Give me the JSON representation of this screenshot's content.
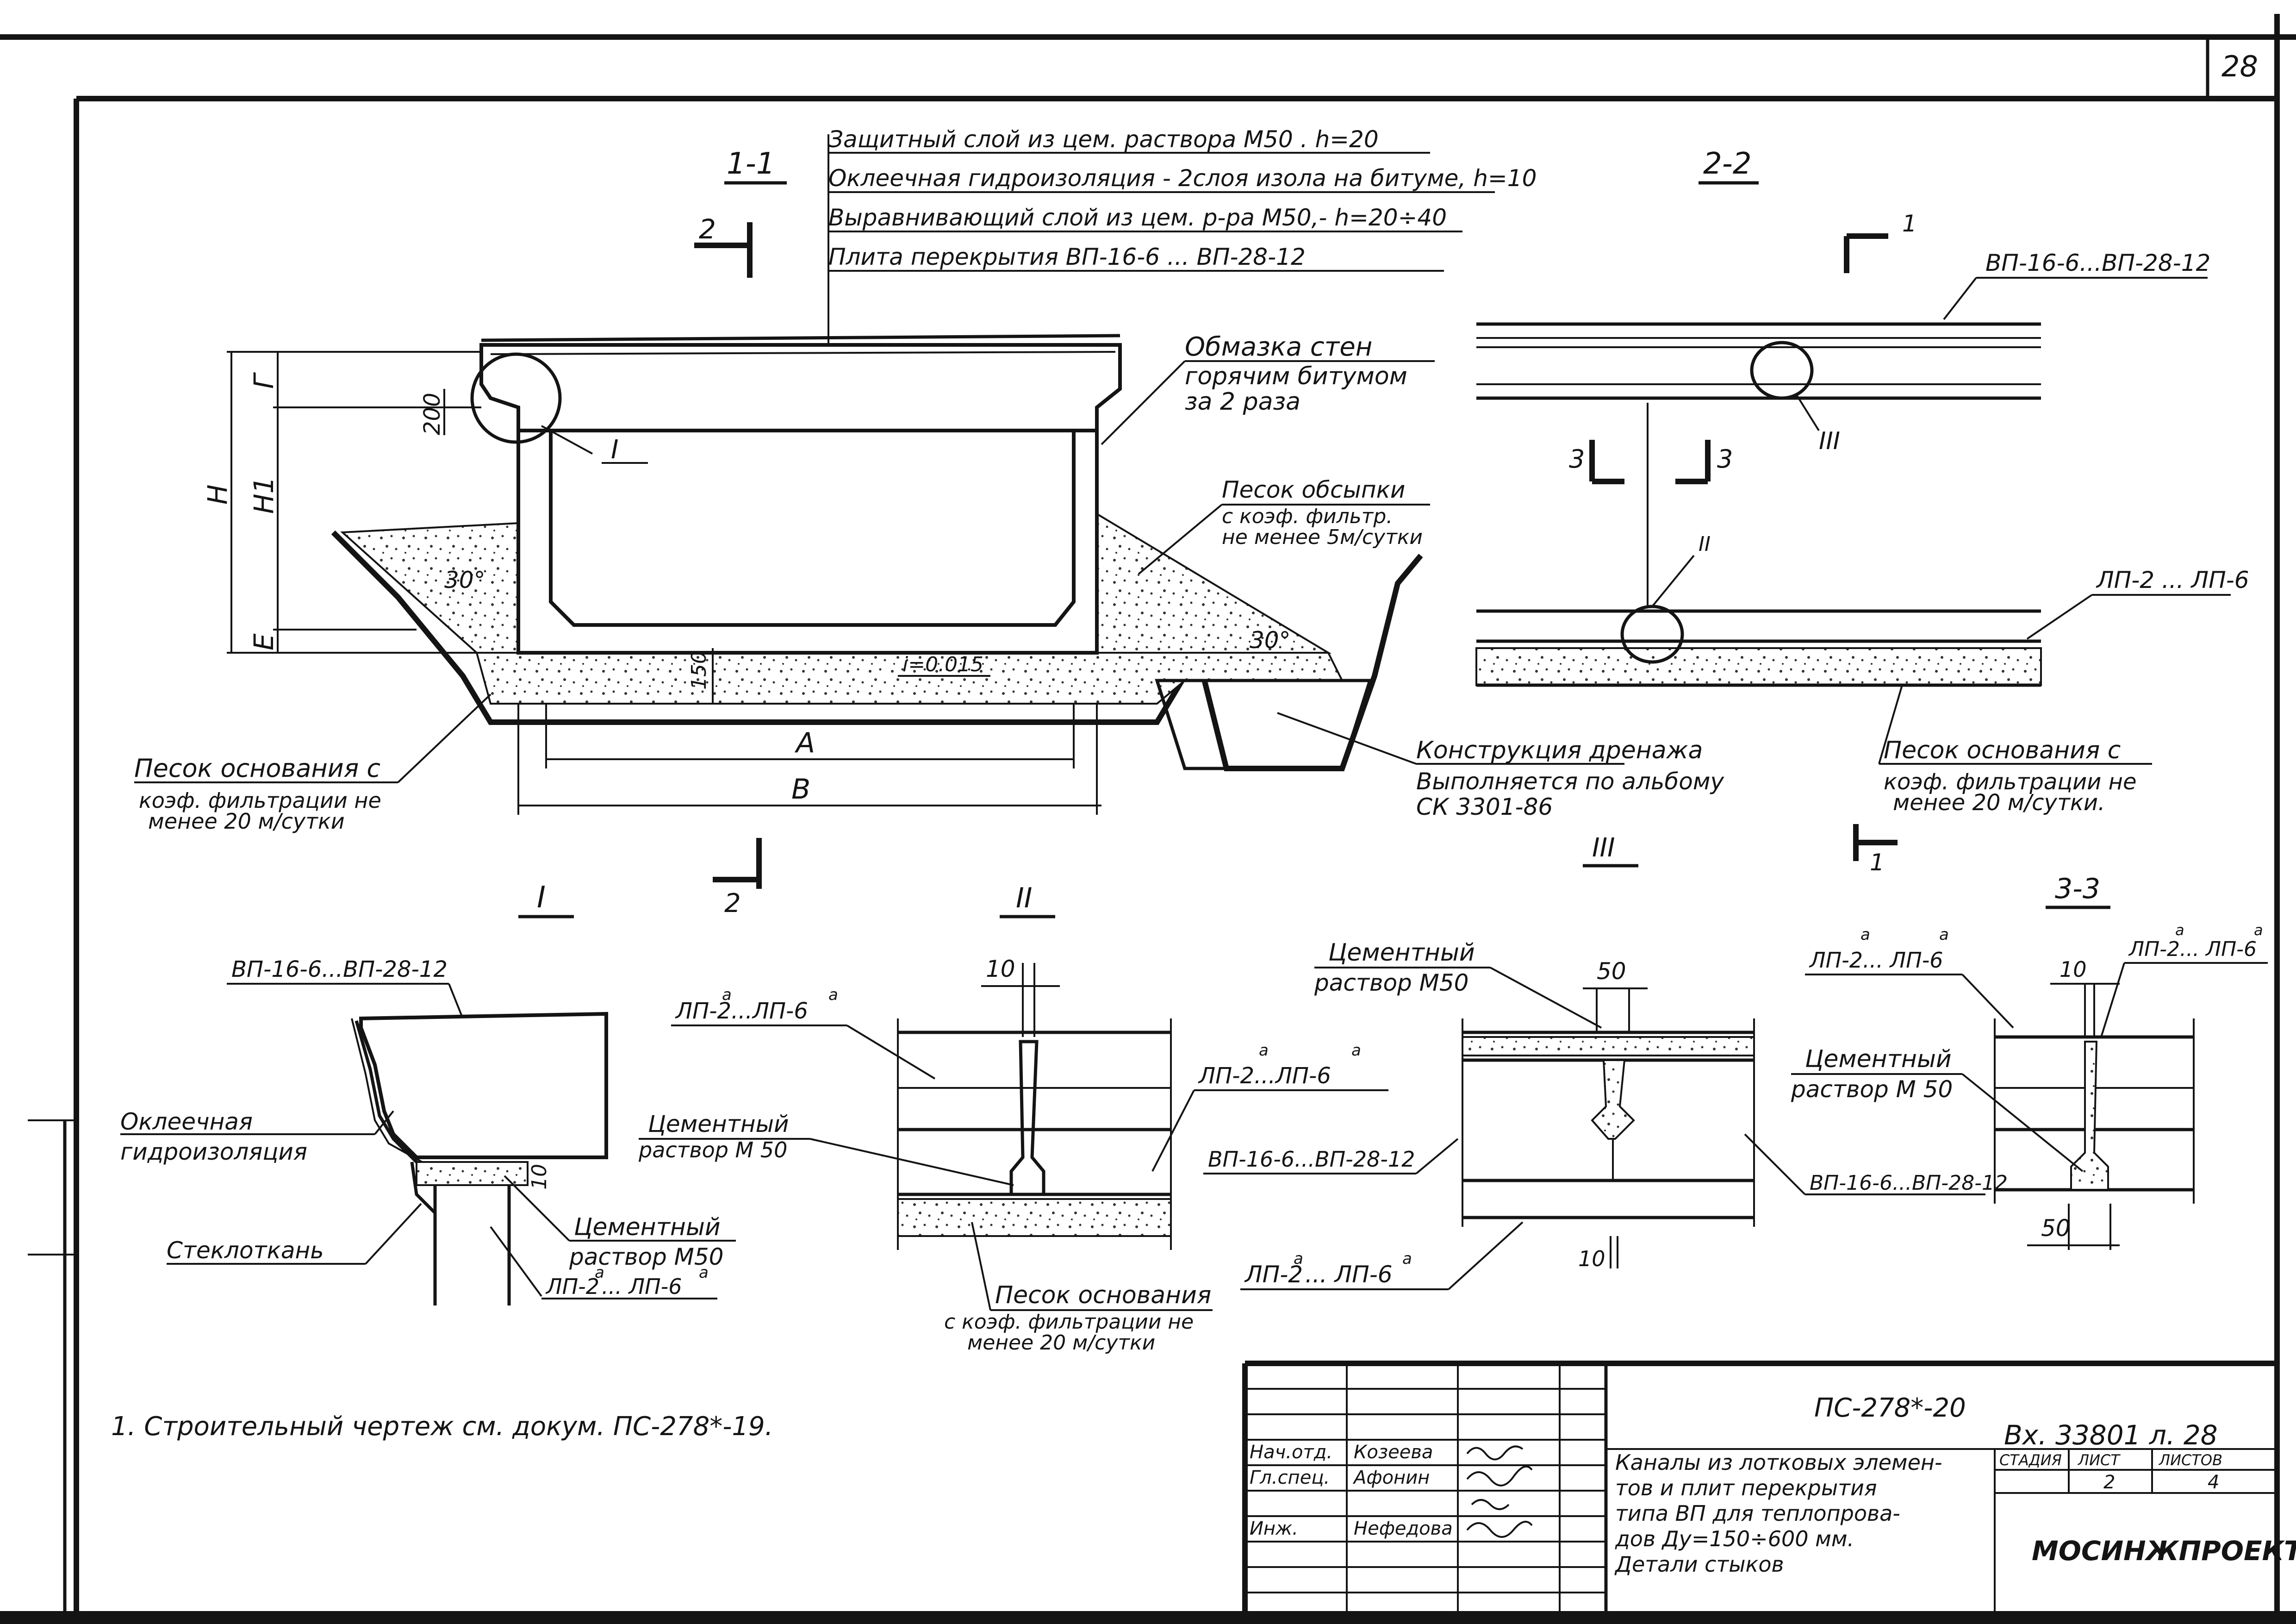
{
  "sheet": {
    "page_number": "28"
  },
  "section_1_1": {
    "title": "1-1",
    "layers": [
      "Защитный слой из цем. раствора М50 . h=20",
      "Оклеечная гидроизоляция - 2слоя изола на битуме, h=10",
      "Выравнивающий слой из цем. р-ра М50,- h=20÷40",
      "Плита перекрытия   ВП-16-6 ...  ВП-28-12"
    ],
    "coating_note": [
      "Обмазка стен",
      "горячим битумом",
      "за 2 раза"
    ],
    "backfill_note": [
      "Песок обсыпки",
      "с коэф. фильтр.",
      "не менее  5м/сутки"
    ],
    "base_sand_note": [
      "Песок основания  с",
      "коэф. фильтрации  не",
      "менее  20 м/сутки"
    ],
    "drain_note": [
      "Конструкция дренажа",
      "Выполняется по альбому",
      "СК 3301-86"
    ],
    "dims": {
      "H": "Н",
      "H1": "Н1",
      "G": "Г",
      "E": "Е",
      "d200": "200",
      "d150": "150",
      "slope": "i=0.015",
      "A": "А",
      "B": "В",
      "angle_left": "30°",
      "angle_right": "30°"
    },
    "callout_I": "I",
    "section_mark_2": "2"
  },
  "section_2_2": {
    "title": "2-2",
    "slab_label": "ВП-16-6...ВП-28-12",
    "tray_label": "ЛП-2 ... ЛП-6",
    "callout_II": "II",
    "callout_III": "III",
    "section_mark_3": "3",
    "section_mark_1": "1",
    "base_sand_note": [
      "Песок основания  с",
      "коэф. фильтрации  не",
      "менее   20  м/сутки."
    ]
  },
  "detail_I": {
    "title": "I",
    "slab_label": "ВП-16-6...ВП-28-12",
    "waterproof": [
      "Оклеечная",
      "гидроизоляция"
    ],
    "fiberglass": "Стеклоткань",
    "mortar": [
      "Цементный",
      "раствор  М50"
    ],
    "tray": "ЛП-2",
    "tray2": "... ЛП-6",
    "sup_a": "а",
    "dim_10": "10"
  },
  "detail_II": {
    "title": "II",
    "dim_10": "10",
    "tray_top": "ЛП-2...ЛП-6",
    "tray_right": "ЛП-2...ЛП-6",
    "sup_a": "а",
    "mortar": [
      "Цементный",
      "раствор  М 50"
    ],
    "slab_label": "ВП-16-6...ВП-28-12",
    "sand_note": [
      "Песок основания",
      "с коэф. фильтрации  не",
      "менее   20 м/сутки"
    ]
  },
  "detail_III": {
    "title": "III",
    "mortar": [
      "Цементный",
      "раствор   М50"
    ],
    "dim_50": "50",
    "dim_10": "10",
    "tray_bottom": "ЛП-2",
    "tray_bottom2": "... ЛП-6",
    "sup_a": "а",
    "slab_right": "ВП-16-6...ВП-28-12"
  },
  "detail_3_3": {
    "title": "3-3",
    "tray_left": "ЛП-2... ЛП-6",
    "tray_right": "ЛП-2... ЛП-6",
    "sup_a": "а",
    "dim_10": "10",
    "dim_50": "50",
    "mortar": [
      "Цементный",
      "раствор  М 50"
    ]
  },
  "note": "1. Строительный  чертеж   см. докум.   ПС-278*-19.",
  "title_block": {
    "code": "ПС-278*-20",
    "roles": [
      {
        "role": "Нач.отд.",
        "name": "Козеева"
      },
      {
        "role": "Гл.спец.",
        "name": "Афонин"
      },
      {
        "role": "",
        "name": ""
      },
      {
        "role": "Инж.",
        "name": "Нефедова"
      }
    ],
    "description": [
      "Каналы из лотковых элемен-",
      "тов  и  плит  перекрытия",
      "типа  ВП  для  теплопрова-",
      "дов   Ду=150÷600 мм.",
      "Детали  стыков"
    ],
    "stage_header": [
      "СТАДИЯ",
      "ЛИСТ",
      "ЛИСТОВ"
    ],
    "stage_values": [
      "",
      "2",
      "4"
    ],
    "organization": "МОСИНЖПРОЕКТ",
    "inventory": "Вх. 33801  л. 28"
  }
}
